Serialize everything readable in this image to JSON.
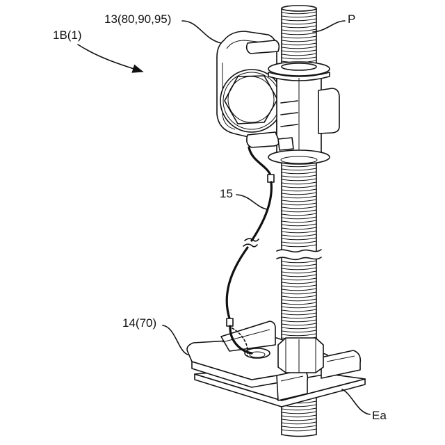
{
  "labels": {
    "assembly": "1B(1)",
    "clamp": "13(80,90,95)",
    "rod": "P",
    "wire": "15",
    "base_clip": "14(70)",
    "plate": "Ea"
  }
}
